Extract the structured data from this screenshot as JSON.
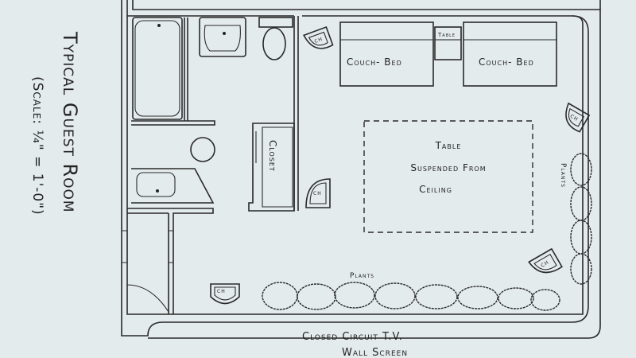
{
  "title": "Typical Guest Room",
  "scale": "(Scale: ¼\" = 1'-0\")",
  "labels": {
    "couch_bed_1": "Couch- Bed",
    "couch_bed_2": "Couch- Bed",
    "side_table": "Table",
    "table_line1": "Table",
    "table_line2": "Suspended From",
    "table_line3": "Ceiling",
    "closet": "Closet",
    "chair": "CH",
    "plants_bottom": "Plants",
    "plants_right": "Plants",
    "tv_line1": "Closed Circuit T.V.",
    "tv_line2": "Wall Screen"
  },
  "colors": {
    "background": "#e4ebed",
    "ink": "#2a2a2a"
  }
}
